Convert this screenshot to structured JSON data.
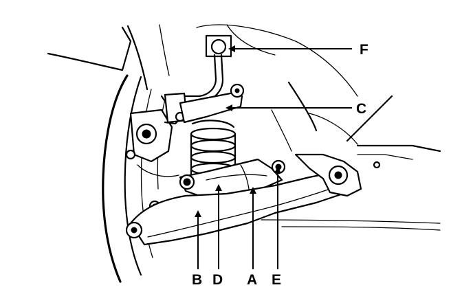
{
  "diagram": {
    "labels": {
      "A": "A",
      "B": "B",
      "C": "C",
      "D": "D",
      "E": "E",
      "F": "F"
    }
  }
}
